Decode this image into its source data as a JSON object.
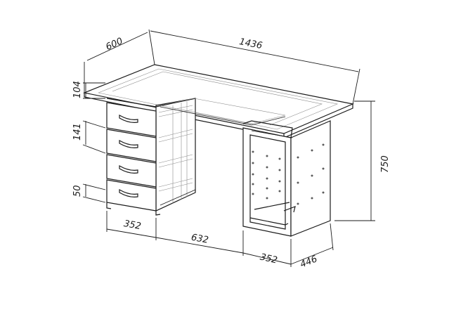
{
  "dimensions": {
    "depth": "600",
    "width": "1436",
    "height": "750",
    "top_drawer_height": "104",
    "drawer_height": "141",
    "plinth_height": "50",
    "left_pedestal_width": "352",
    "knee_space_width": "632",
    "right_pedestal_width": "352",
    "right_pedestal_depth": "446"
  },
  "colors": {
    "line": "#1a1a1a",
    "ghost": "#8a8a8a",
    "background": "#ffffff"
  }
}
